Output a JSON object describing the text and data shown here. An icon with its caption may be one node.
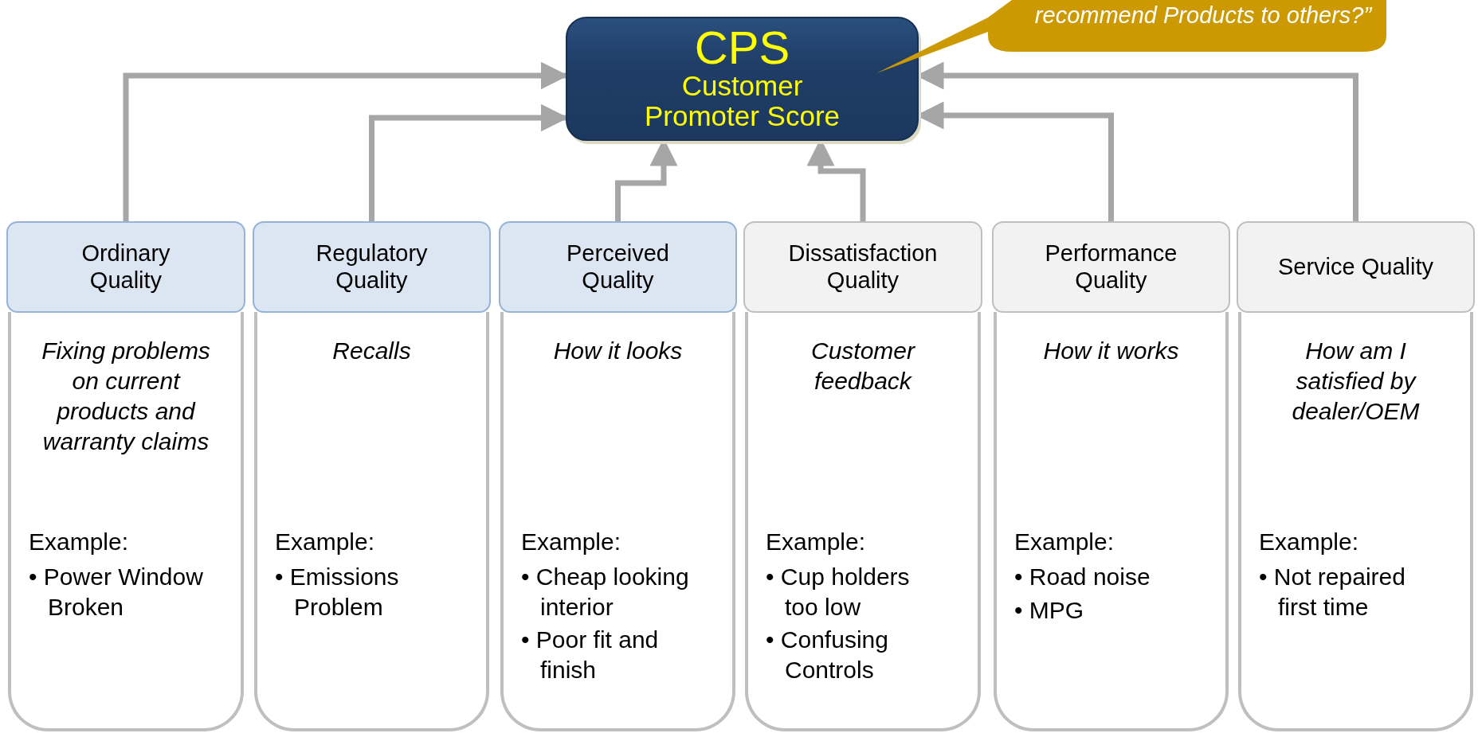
{
  "diagram": {
    "nodes": [
      {
        "text": [
          "CPS",
          "Customer Promoter Score"
        ]
      },
      {
        "text": [
          "recommend Products to others?”"
        ]
      },
      {
        "text": [
          "Ordinary Quality"
        ]
      },
      {
        "text": [
          "Fixing problems on current products and warranty claims",
          "Example:",
          "• Power Window Broken"
        ]
      },
      {
        "text": [
          "Regulatory Quality"
        ]
      },
      {
        "text": [
          "Recalls",
          "Example:",
          "• Emissions Problem"
        ]
      },
      {
        "text": [
          "Perceived Quality"
        ]
      },
      {
        "text": [
          "How it looks",
          "Example:",
          "• Cheap looking interior",
          "• Poor fit and finish"
        ]
      },
      {
        "text": [
          "Dissatisfaction Quality"
        ]
      },
      {
        "text": [
          "Customer feedback",
          "Example:",
          "• Cup holders too low",
          "• Confusing Controls"
        ]
      },
      {
        "text": [
          "Performance Quality"
        ]
      },
      {
        "text": [
          "How it works",
          "Example:",
          "• Road noise",
          "• MPG"
        ]
      },
      {
        "text": [
          "Service Quality"
        ]
      },
      {
        "text": [
          "How am I satisfied by dealer/OEM",
          "Example:",
          "• Not repaired first time"
        ]
      }
    ],
    "edges": [
      {
        "from": 2,
        "to": 0,
        "arrow": "to"
      },
      {
        "from": 4,
        "to": 0,
        "arrow": "to"
      },
      {
        "from": 6,
        "to": 0,
        "arrow": "to"
      },
      {
        "from": 8,
        "to": 0,
        "arrow": "to"
      },
      {
        "from": 10,
        "to": 0,
        "arrow": "to"
      },
      {
        "from": 12,
        "to": 0,
        "arrow": "to"
      }
    ]
  }
}
